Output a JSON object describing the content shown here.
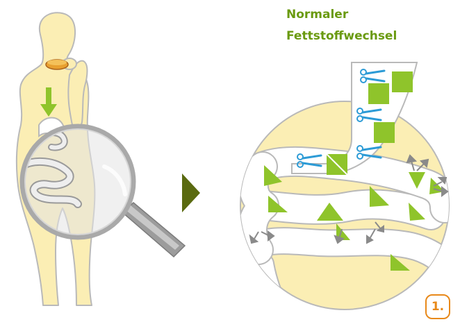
{
  "title": {
    "line1": "Normaler",
    "line2": "Fettstoffwechsel"
  },
  "step_badge": "1.",
  "colors": {
    "body_fill": "#fbeeb4",
    "body_stroke": "#b9b9b9",
    "accent_green": "#6a9a10",
    "fat_square": "#8fc42b",
    "scissors": "#2c9bd6",
    "arrow_dark": "#5a6a10",
    "badge_orange": "#e8891a",
    "coin_orange": "#e8a030"
  },
  "icons": [
    "food-bite-icon",
    "down-arrow-icon",
    "magnifying-glass-icon",
    "next-arrow-icon",
    "scissors-icon",
    "fat-square-icon",
    "fat-triangle-icon",
    "absorption-arrow-icon"
  ]
}
